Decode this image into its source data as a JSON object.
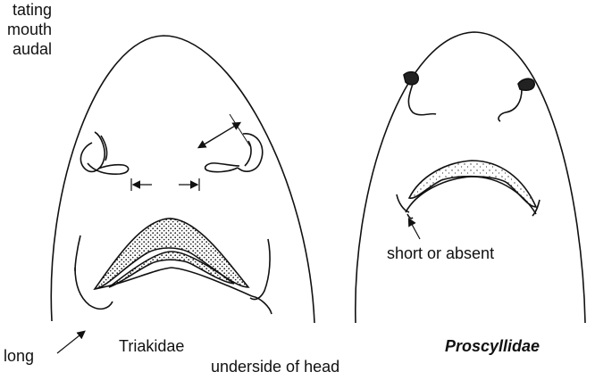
{
  "cutoff_caption_lines": [
    "tating",
    "mouth",
    "audal"
  ],
  "labels": {
    "long": "long",
    "short_or_absent": "short or absent",
    "triakidae": "Triakidae",
    "proscyllidae": "Proscyllidae",
    "caption": "underside of head"
  },
  "colors": {
    "ink": "#111111",
    "background": "#ffffff"
  }
}
